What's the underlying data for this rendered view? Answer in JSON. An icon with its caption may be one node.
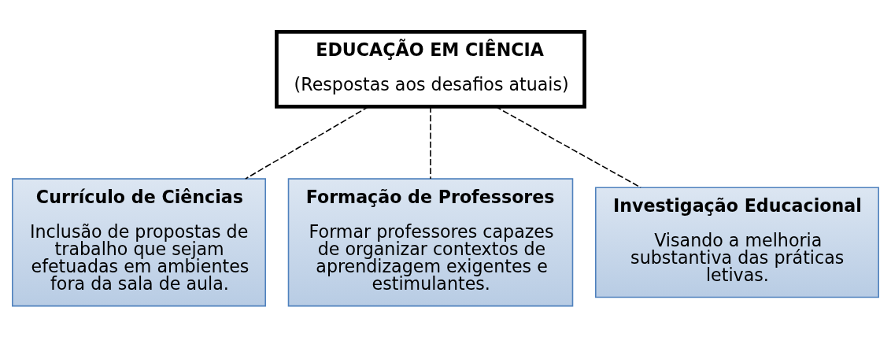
{
  "diagram": {
    "nodes": [
      {
        "text": [
          "EDUCAÇÃO EM CIÊNCIA",
          "(Respostas aos desafios atuais)"
        ]
      },
      {
        "text": [
          "Currículo de Ciências",
          "Inclusão de propostas de trabalho que sejam efetuadas em ambientes fora da sala de aula."
        ]
      },
      {
        "text": [
          "Formação de Professores",
          "Formar professores capazes de organizar contextos de aprendizagem exigentes e estimulantes."
        ]
      },
      {
        "text": [
          "Investigação Educacional",
          "Visando a melhoria substantiva das práticas letivas."
        ]
      }
    ],
    "edges": [
      {
        "from": 0,
        "to": 1,
        "arrow": "none",
        "style": "dashed"
      },
      {
        "from": 0,
        "to": 2,
        "arrow": "none",
        "style": "dashed"
      },
      {
        "from": 0,
        "to": 3,
        "arrow": "none",
        "style": "dashed"
      }
    ]
  }
}
